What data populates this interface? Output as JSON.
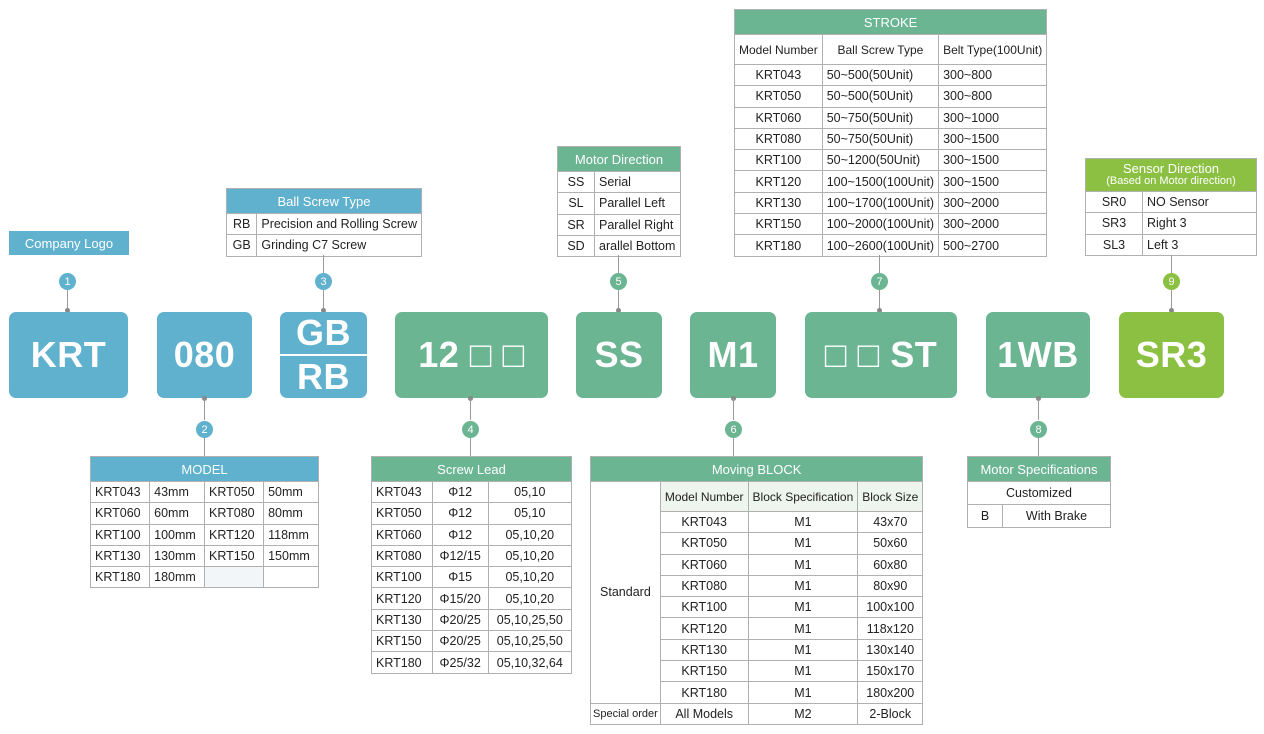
{
  "blocks": {
    "b1": "KRT",
    "b2": "080",
    "b3_top": "GB",
    "b3_bottom": "RB",
    "b4": "12 □ □",
    "b5": "SS",
    "b6": "M1",
    "b7": "□ □ ST",
    "b8": "1WB",
    "b9": "SR3"
  },
  "steps": [
    "1",
    "2",
    "3",
    "4",
    "5",
    "6",
    "7",
    "8",
    "9"
  ],
  "company_logo": "Company Logo",
  "ball_screw_type": {
    "title": "Ball Screw Type",
    "rows": [
      [
        "RB",
        "Precision and Rolling Screw"
      ],
      [
        "GB",
        "Grinding C7 Screw"
      ]
    ]
  },
  "motor_direction": {
    "title": "Motor Direction",
    "rows": [
      [
        "SS",
        "Serial"
      ],
      [
        "SL",
        "Parallel Left"
      ],
      [
        "SR",
        "Parallel Right"
      ],
      [
        "SD",
        "arallel Bottom"
      ]
    ]
  },
  "stroke": {
    "title": "STROKE",
    "headers": [
      "Model Number",
      "Ball Screw Type",
      "Belt Type(100Unit)"
    ],
    "rows": [
      [
        "KRT043",
        "50~500(50Unit)",
        "300~800"
      ],
      [
        "KRT050",
        "50~500(50Unit)",
        "300~800"
      ],
      [
        "KRT060",
        "50~750(50Unit)",
        "300~1000"
      ],
      [
        "KRT080",
        "50~750(50Unit)",
        "300~1500"
      ],
      [
        "KRT100",
        "50~1200(50Unit)",
        "300~1500"
      ],
      [
        "KRT120",
        "100~1500(100Unit)",
        "300~1500"
      ],
      [
        "KRT130",
        "100~1700(100Unit)",
        "300~2000"
      ],
      [
        "KRT150",
        "100~2000(100Unit)",
        "300~2000"
      ],
      [
        "KRT180",
        "100~2600(100Unit)",
        "500~2700"
      ]
    ]
  },
  "sensor_direction": {
    "title": "Sensor Direction",
    "subtitle": "(Based on Motor direction)",
    "rows": [
      [
        "SR0",
        "NO Sensor"
      ],
      [
        "SR3",
        "Right 3"
      ],
      [
        "SL3",
        "Left 3"
      ]
    ]
  },
  "model": {
    "title": "MODEL",
    "rows": [
      [
        "KRT043",
        "43mm",
        "KRT050",
        "50mm"
      ],
      [
        "KRT060",
        "60mm",
        "KRT080",
        "80mm"
      ],
      [
        "KRT100",
        "100mm",
        "KRT120",
        "118mm"
      ],
      [
        "KRT130",
        "130mm",
        "KRT150",
        "150mm"
      ],
      [
        "KRT180",
        "180mm",
        "",
        ""
      ]
    ]
  },
  "screw_lead": {
    "title": "Screw Lead",
    "rows": [
      [
        "KRT043",
        "Φ12",
        "05,10"
      ],
      [
        "KRT050",
        "Φ12",
        "05,10"
      ],
      [
        "KRT060",
        "Φ12",
        "05,10,20"
      ],
      [
        "KRT080",
        "Φ12/15",
        "05,10,20"
      ],
      [
        "KRT100",
        "Φ15",
        "05,10,20"
      ],
      [
        "KRT120",
        "Φ15/20",
        "05,10,20"
      ],
      [
        "KRT130",
        "Φ20/25",
        "05,10,25,50"
      ],
      [
        "KRT150",
        "Φ20/25",
        "05,10,25,50"
      ],
      [
        "KRT180",
        "Φ25/32",
        "05,10,32,64"
      ]
    ]
  },
  "moving_block": {
    "title": "Moving BLOCK",
    "headers": [
      "Model Number",
      "Block Specification",
      "Block Size"
    ],
    "standard_label": "Standard",
    "rows": [
      [
        "KRT043",
        "M1",
        "43x70"
      ],
      [
        "KRT050",
        "M1",
        "50x60"
      ],
      [
        "KRT060",
        "M1",
        "60x80"
      ],
      [
        "KRT080",
        "M1",
        "80x90"
      ],
      [
        "KRT100",
        "M1",
        "100x100"
      ],
      [
        "KRT120",
        "M1",
        "118x120"
      ],
      [
        "KRT130",
        "M1",
        "130x140"
      ],
      [
        "KRT150",
        "M1",
        "150x170"
      ],
      [
        "KRT180",
        "M1",
        "180x200"
      ]
    ],
    "special": [
      "Special order",
      "All Models",
      "M2",
      "2-Block"
    ]
  },
  "motor_specs": {
    "title": "Motor Specifications",
    "customized": "Customized",
    "rows": [
      [
        "B",
        "With Brake"
      ]
    ]
  }
}
